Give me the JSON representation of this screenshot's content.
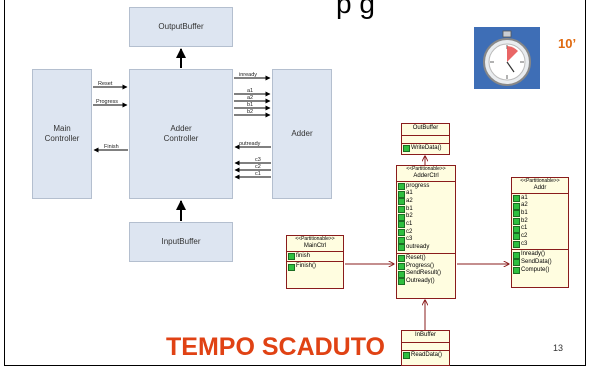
{
  "title_fragment": "p   g",
  "diagram": {
    "blocks": {
      "output_buffer": "OutputBuffer",
      "main_controller": "Main\nController",
      "adder_controller": "Adder\nController",
      "adder": "Adder",
      "input_buffer": "InputBuffer"
    },
    "signals": {
      "reset": "Reset",
      "progress": "Progress",
      "finish": "Finish",
      "inready": "inready",
      "a1": "a1",
      "a2": "a2",
      "b1": "b1",
      "b2": "b2",
      "outready": "outready",
      "c3": "c3",
      "c2": "c2",
      "c1": "c1"
    }
  },
  "uml": {
    "out_buffer": {
      "name": "OutBuffer",
      "operations": [
        "WriteData()"
      ]
    },
    "main_ctrl": {
      "stereotype": "<<Partitionable>>",
      "name": "MainCtrl",
      "attributes": [
        "finish"
      ],
      "operations": [
        "Finish()"
      ]
    },
    "adder_ctrl": {
      "stereotype": "<<Partitionable>>",
      "name": "AdderCtrl",
      "attributes": [
        "progress",
        "a1",
        "a2",
        "b1",
        "b2",
        "c1",
        "c2",
        "c3",
        "outready"
      ],
      "operations": [
        "Reset()",
        "Progress()",
        "SendResult()",
        "Outready()"
      ]
    },
    "addr": {
      "stereotype": "<<Partitionable>>",
      "name": "Addr",
      "attributes": [
        "a1",
        "a2",
        "b1",
        "b2",
        "c1",
        "c2",
        "c3"
      ],
      "operations": [
        "Inready()",
        "SendData()",
        "Compute()"
      ]
    },
    "in_buffer": {
      "name": "InBuffer",
      "operations": [
        "ReadData()"
      ]
    }
  },
  "timer_label": "10’",
  "banner": "TEMPO SCADUTO",
  "page_number": "13"
}
